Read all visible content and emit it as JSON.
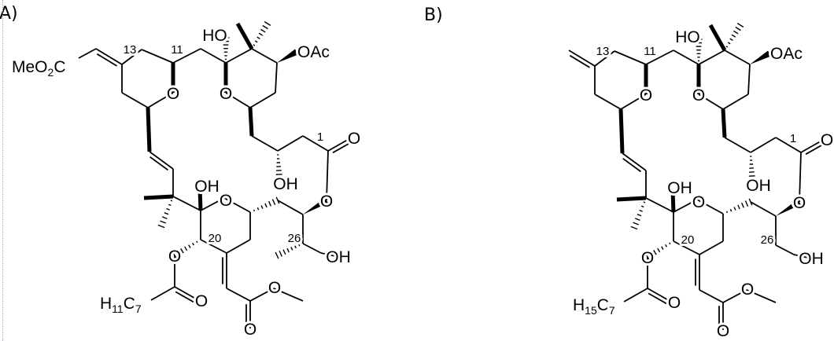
{
  "panels": [
    {
      "panel_label": "A)",
      "labels": {
        "ester": [
          "MeO",
          "2",
          "C"
        ],
        "c13": "13",
        "c11": "11",
        "ho_top": "HO",
        "oac": "OAc",
        "o_ring1": "O",
        "o_ring2": "O",
        "c1": "1",
        "o_carbonyl": "O",
        "oh_c3": "OH",
        "o_lactone": "O",
        "oh_hemi": "OH",
        "o_ring3": "O",
        "c20": "20",
        "c26": "26",
        "oh_c27": "OH",
        "o_ester": "O",
        "acyl": [
          "H",
          "11",
          "C",
          "7"
        ],
        "o_acyl": "O",
        "o_me": "O",
        "o_co": "O"
      }
    },
    {
      "panel_label": "B)",
      "labels": {
        "c13": "13",
        "c11": "11",
        "ho_top": "HO",
        "oac": "OAc",
        "o_ring1": "O",
        "o_ring2": "O",
        "c1": "1",
        "o_carbonyl": "O",
        "oh_c3": "OH",
        "o_lactone": "O",
        "oh_hemi": "OH",
        "o_ring3": "O",
        "c20": "20",
        "c26": "26",
        "oh_c27": "OH",
        "o_ester": "O",
        "acyl": [
          "H",
          "15",
          "C",
          "7"
        ],
        "o_acyl": "O",
        "o_me": "O",
        "o_co": "O"
      }
    }
  ]
}
